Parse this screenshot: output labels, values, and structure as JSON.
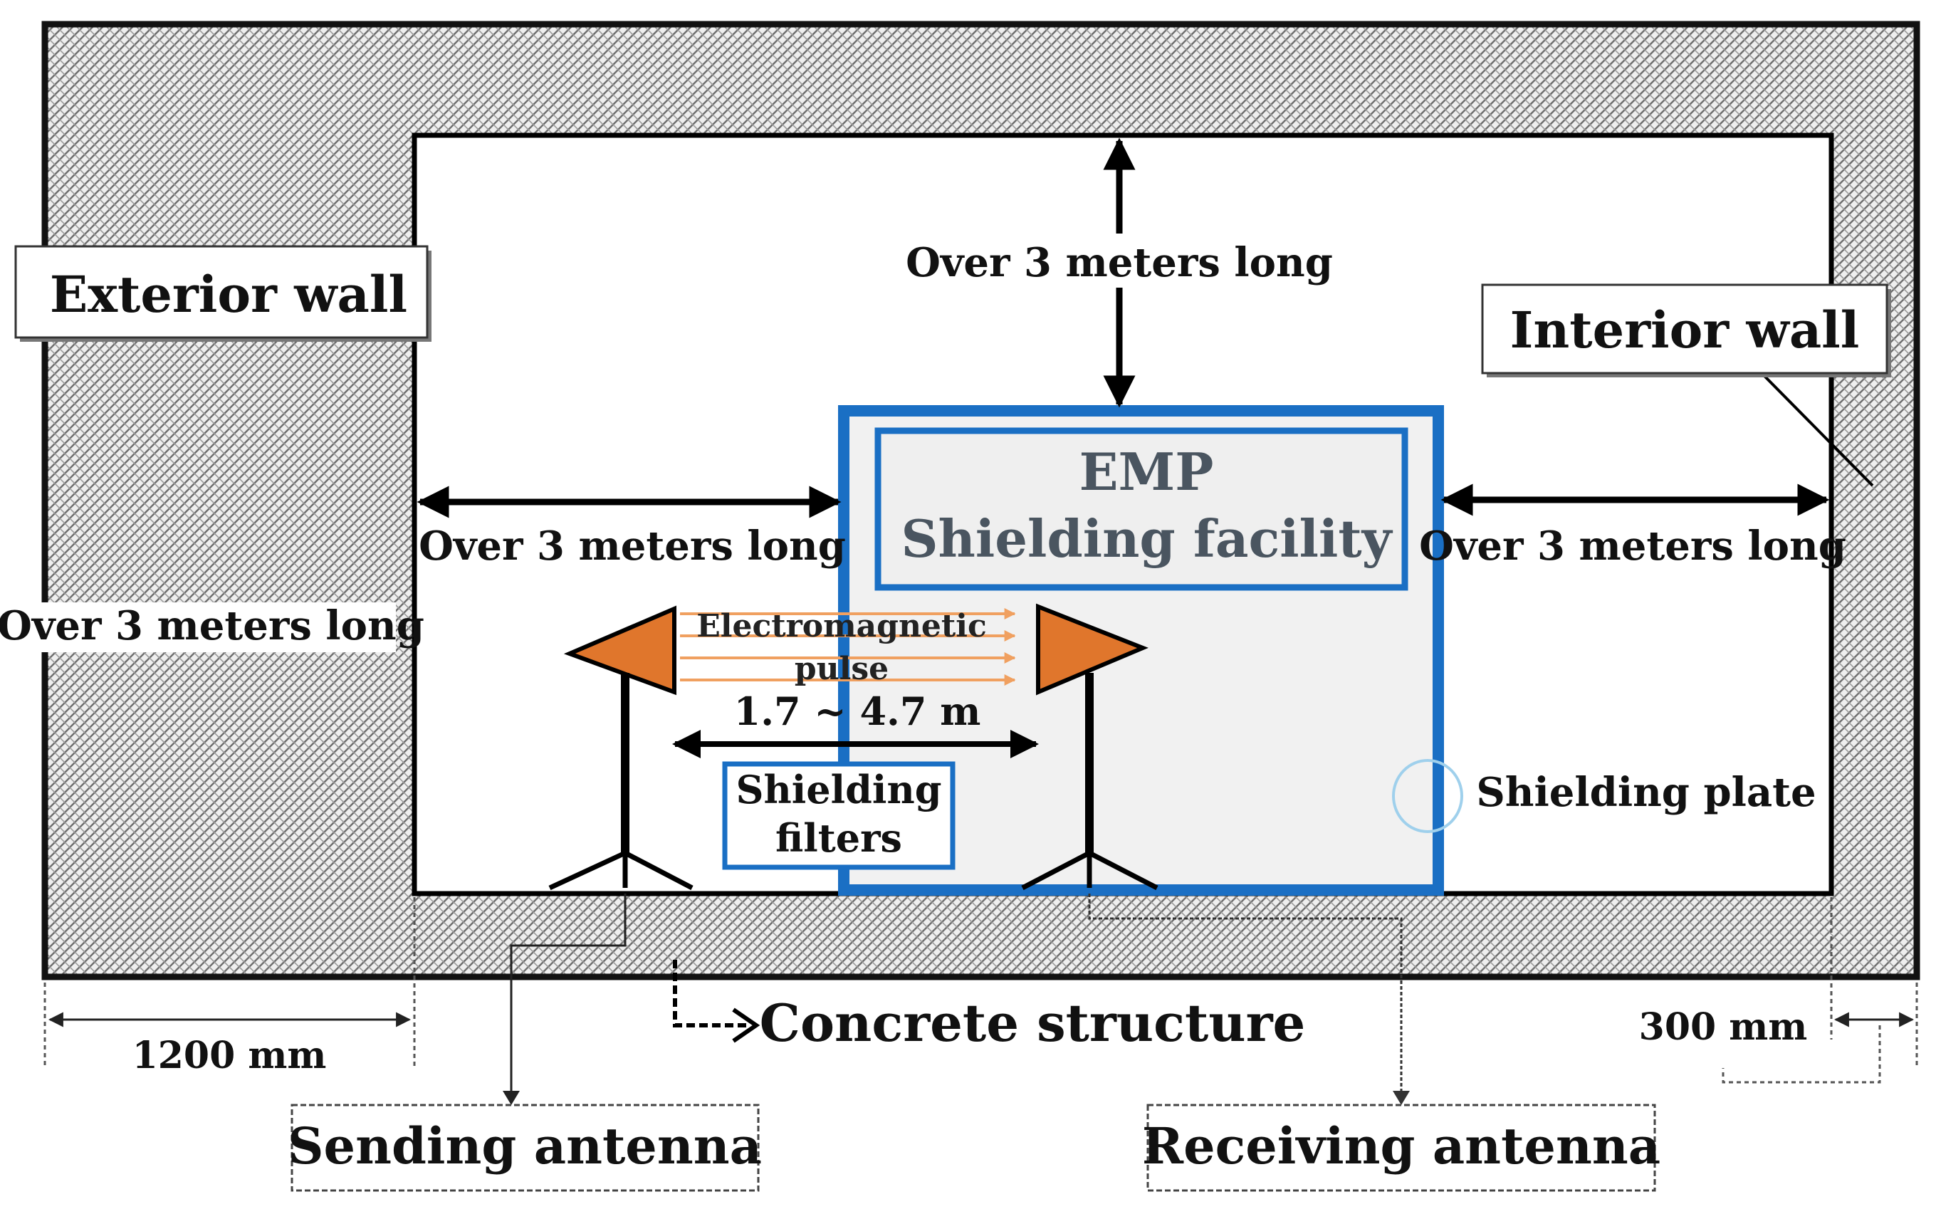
{
  "labels": {
    "exterior_wall": "Exterior wall",
    "interior_wall": "Interior wall",
    "emp_line1": "EMP",
    "emp_line2": "Shielding facility",
    "dim_top": "Over 3 meters long",
    "dim_left": "Over 3 meters long",
    "dim_right": "Over 3 meters long",
    "dim_outer_left": "Over 3 meters long",
    "pulse_line1": "Electromagnetic",
    "pulse_line2": "pulse",
    "antenna_distance": "1.7 ~ 4.7 m",
    "filters_line1": "Shielding",
    "filters_line2": "filters",
    "shielding_plate": "Shielding plate",
    "concrete_structure": "Concrete structure",
    "dim_1200": "1200 mm",
    "dim_300": "300 mm",
    "sending_antenna": "Sending antenna",
    "receiving_antenna": "Receiving antenna"
  },
  "colors": {
    "facility_border": "#1a6fc4",
    "facility_fill": "#f1f1f1",
    "antenna_fill": "#e0762c",
    "pulse_arrows": "#f0a060",
    "emp_text": "#4a5560",
    "plate_circle": "#9fd0ec"
  }
}
